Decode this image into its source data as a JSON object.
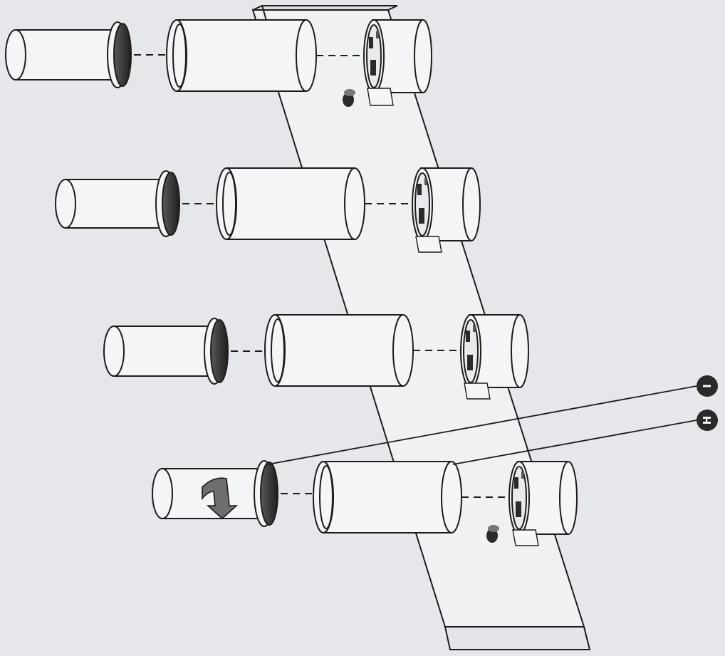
{
  "diagram": {
    "callouts": [
      {
        "id": "I",
        "label": "I"
      },
      {
        "id": "H",
        "label": "H"
      }
    ],
    "assemblies": [
      {
        "name": "row-1"
      },
      {
        "name": "row-2"
      },
      {
        "name": "row-3"
      },
      {
        "name": "row-4"
      }
    ],
    "colors": {
      "paper": "#e6e7eb",
      "ink": "#1c1c1c",
      "part_fill": "#f4f5f7",
      "flange_band": "#3a3a3a",
      "arrow": "#6e6e6e",
      "callout_badge": "#2a2a2a"
    },
    "rotation_arrow_icon": "curved-arrow-down"
  }
}
